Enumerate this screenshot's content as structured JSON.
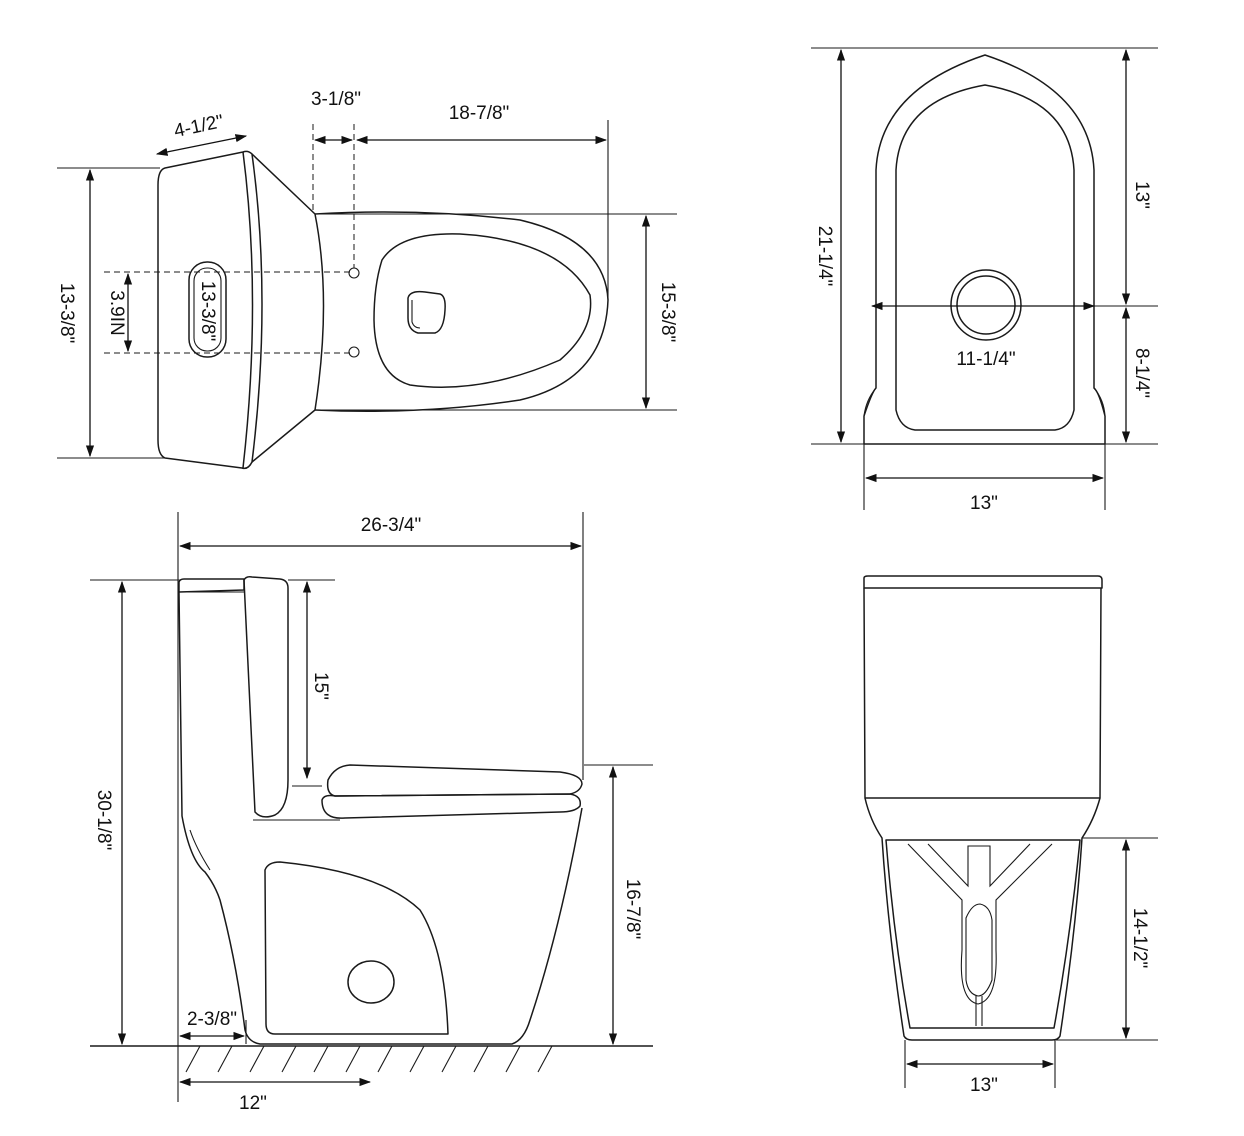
{
  "top_view": {
    "tank_depth": "4-1/2\"",
    "rough_offset": "3-1/8\"",
    "bowl_length": "18-7/8\"",
    "tank_width": "13-3/8\"",
    "bowl_width": "15-3/8\"",
    "hole_spacing": "3.9IN",
    "slot_length": "13-3/8\""
  },
  "front_view": {
    "overall_depth": "21-1/4\"",
    "rear_to_outlet": "13\"",
    "outlet_to_front": "8-1/4\"",
    "outlet_diameter": "11-1/4\"",
    "base_width": "13\""
  },
  "side_view": {
    "overall_length": "26-3/4\"",
    "overall_height": "30-1/8\"",
    "tank_height": "15\"",
    "seat_height": "16-7/8\"",
    "rough_in": "12\"",
    "base_offset": "2-3/8\""
  },
  "rear_view": {
    "base_height": "14-1/2\"",
    "base_width": "13\""
  }
}
